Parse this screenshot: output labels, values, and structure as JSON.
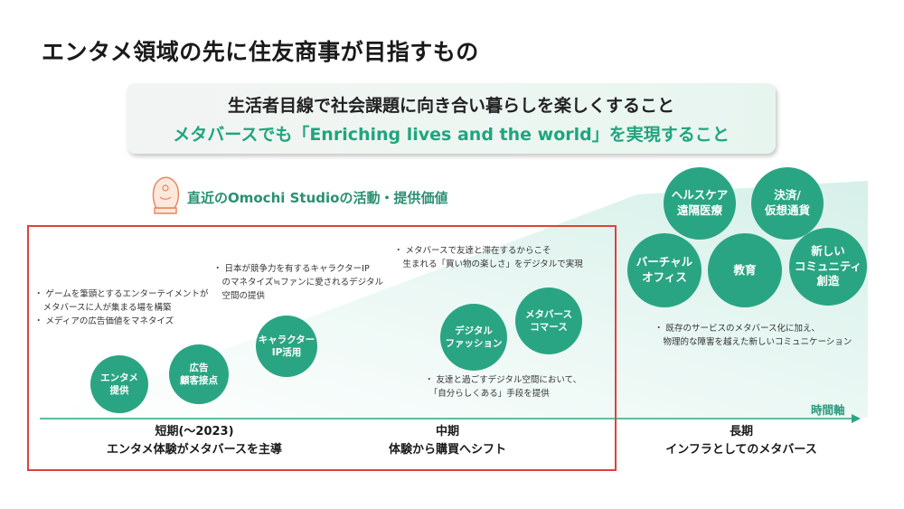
{
  "title": "エンタメ領域の先に住友商事が目指すもの",
  "banner": {
    "line1": "生活者目線で社会課題に向き合い暮らしを楽しくすること",
    "line2": "メタバースでも「Enriching lives and the world」を実現すること"
  },
  "studio_label": "直近のOmochi Studioの活動・提供価値",
  "bubbles": {
    "entame": "エンタメ\n提供",
    "koukoku": "広告\n顧客接点",
    "character": "キャラクター\nIP活用",
    "digital_fashion": "デジタル\nファッション",
    "metaverse_commerce": "メタバース\nコマース",
    "healthcare": "ヘルスケア\n遠隔医療",
    "payment": "決済/\n仮想通貨",
    "virtual_office": "バーチャル\nオフィス",
    "education": "教育",
    "community": "新しい\nコミュニティ\n創造"
  },
  "bullets": {
    "short_term": [
      "・ ゲームを筆頭とするエンターテイメントが",
      "　メタバースに人が集まる場を構築",
      "・ メディアの広告価値をマネタイズ"
    ],
    "character_ip": [
      "・ 日本が競争力を有するキャラクターIP",
      "　のマネタイズ≒ファンに愛されるデジタル",
      "　空間の提供"
    ],
    "mid_top": [
      "・ メタバースで友達と滞在するからこそ",
      "　生まれる「買い物の楽しさ」をデジタルで実現"
    ],
    "mid_bottom": [
      "・ 友達と過ごすデジタル空間において、",
      "　「自分らしくある」手段を提供"
    ],
    "long_term": [
      "・ 既存のサービスのメタバース化に加え、",
      "　物理的な障害を越えた新しいコミュニケーション"
    ]
  },
  "axis_label": "時間軸",
  "phases": {
    "short": {
      "line1": "短期(～2023)",
      "line2": "エンタメ体験がメタバースを主導"
    },
    "mid": {
      "line1": "中期",
      "line2": "体験から購買へシフト"
    },
    "long": {
      "line1": "長期",
      "line2": "インフラとしてのメタバース"
    }
  },
  "colors": {
    "accent_green": "#2aa583",
    "label_green": "#2a8f73",
    "highlight_red": "#e0413a",
    "wedge": "#dff3ee"
  }
}
